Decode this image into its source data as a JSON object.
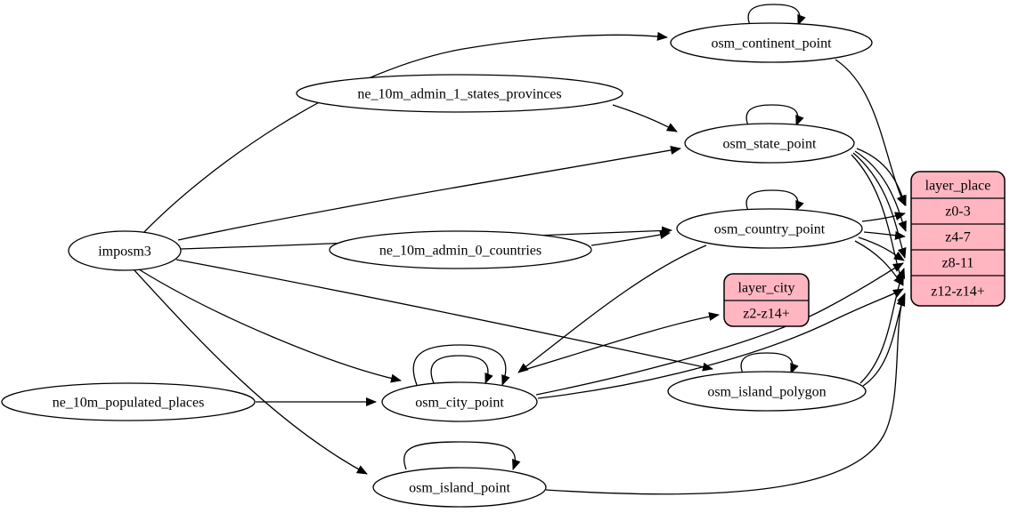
{
  "diagram": {
    "colors": {
      "record_fill": "#ffb6c1",
      "ellipse_fill": "#ffffff",
      "edge_color": "#000000",
      "text_color": "#000000"
    },
    "nodes": {
      "imposm3": {
        "label": "imposm3"
      },
      "ne_10m_admin_1_states_provinces": {
        "label": "ne_10m_admin_1_states_provinces"
      },
      "ne_10m_admin_0_countries": {
        "label": "ne_10m_admin_0_countries"
      },
      "ne_10m_populated_places": {
        "label": "ne_10m_populated_places"
      },
      "osm_continent_point": {
        "label": "osm_continent_point"
      },
      "osm_state_point": {
        "label": "osm_state_point"
      },
      "osm_country_point": {
        "label": "osm_country_point"
      },
      "osm_city_point": {
        "label": "osm_city_point"
      },
      "osm_island_polygon": {
        "label": "osm_island_polygon"
      },
      "osm_island_point": {
        "label": "osm_island_point"
      }
    },
    "records": {
      "layer_city": {
        "title": "layer_city",
        "rows": [
          "z2-z14+"
        ]
      },
      "layer_place": {
        "title": "layer_place",
        "rows": [
          "z0-3",
          "z4-7",
          "z8-11",
          "z12-z14+"
        ]
      }
    }
  }
}
